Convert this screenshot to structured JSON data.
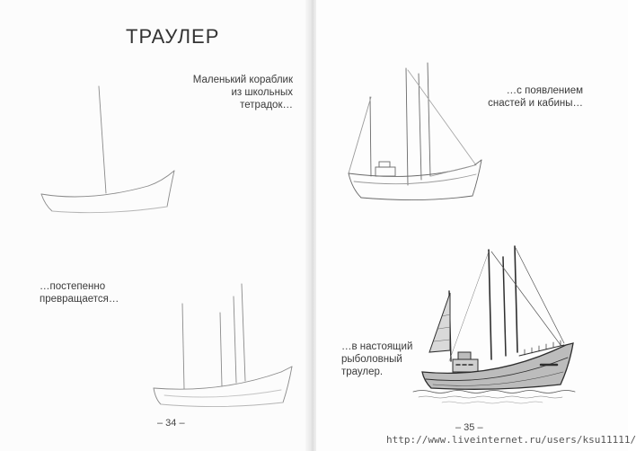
{
  "left_page": {
    "title": "ТРАУЛЕР",
    "caption_1": [
      "Маленький кораблик",
      "из школьных",
      "тетрадок…"
    ],
    "caption_2": [
      "…постепенно",
      "превращается…"
    ],
    "page_number": "– 34 –"
  },
  "right_page": {
    "caption_1": [
      "…с появлением",
      "снастей и кабины…"
    ],
    "caption_2": [
      "…в настоящий",
      "рыболовный",
      "траулер."
    ],
    "page_number": "– 35 –"
  },
  "watermark": "http://www.liveinternet.ru/users/ksu11111/",
  "illustrations": [
    {
      "name": "boat-sketch-stage-1"
    },
    {
      "name": "boat-sketch-stage-2"
    },
    {
      "name": "boat-sketch-stage-3"
    },
    {
      "name": "trawler-drawing-final"
    }
  ]
}
